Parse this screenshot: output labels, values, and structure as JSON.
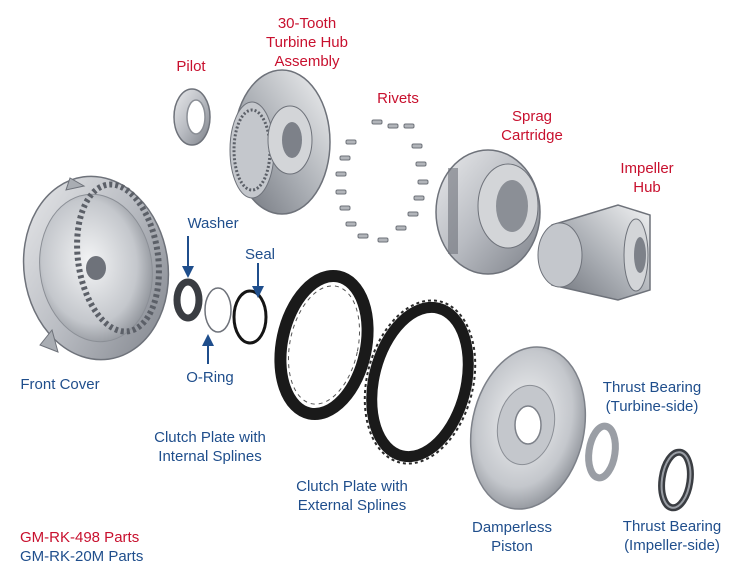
{
  "labels": {
    "turbine_hub": [
      "30-Tooth",
      "Turbine Hub",
      "Assembly"
    ],
    "pilot": "Pilot",
    "rivets": "Rivets",
    "sprag": [
      "Sprag",
      "Cartridge"
    ],
    "impeller_hub": [
      "Impeller",
      "Hub"
    ],
    "washer": "Washer",
    "seal": "Seal",
    "o_ring": "O-Ring",
    "front_cover": "Front Cover",
    "clutch_internal": [
      "Clutch Plate with",
      "Internal Splines"
    ],
    "clutch_external": [
      "Clutch Plate with",
      "External Splines"
    ],
    "thrust_turbine": [
      "Thrust Bearing",
      "(Turbine-side)"
    ],
    "thrust_impeller": [
      "Thrust Bearing",
      "(Impeller-side)"
    ],
    "piston": [
      "Damperless",
      "Piston"
    ]
  },
  "legend": {
    "red_parts": "GM-RK-498 Parts",
    "blue_parts": "GM-RK-20M Parts"
  },
  "colors": {
    "red": "#c8102e",
    "blue": "#1f4e8c",
    "metal": "#b9bcc2",
    "metal_dark": "#7d8189",
    "friction": "#1a1a1a"
  }
}
